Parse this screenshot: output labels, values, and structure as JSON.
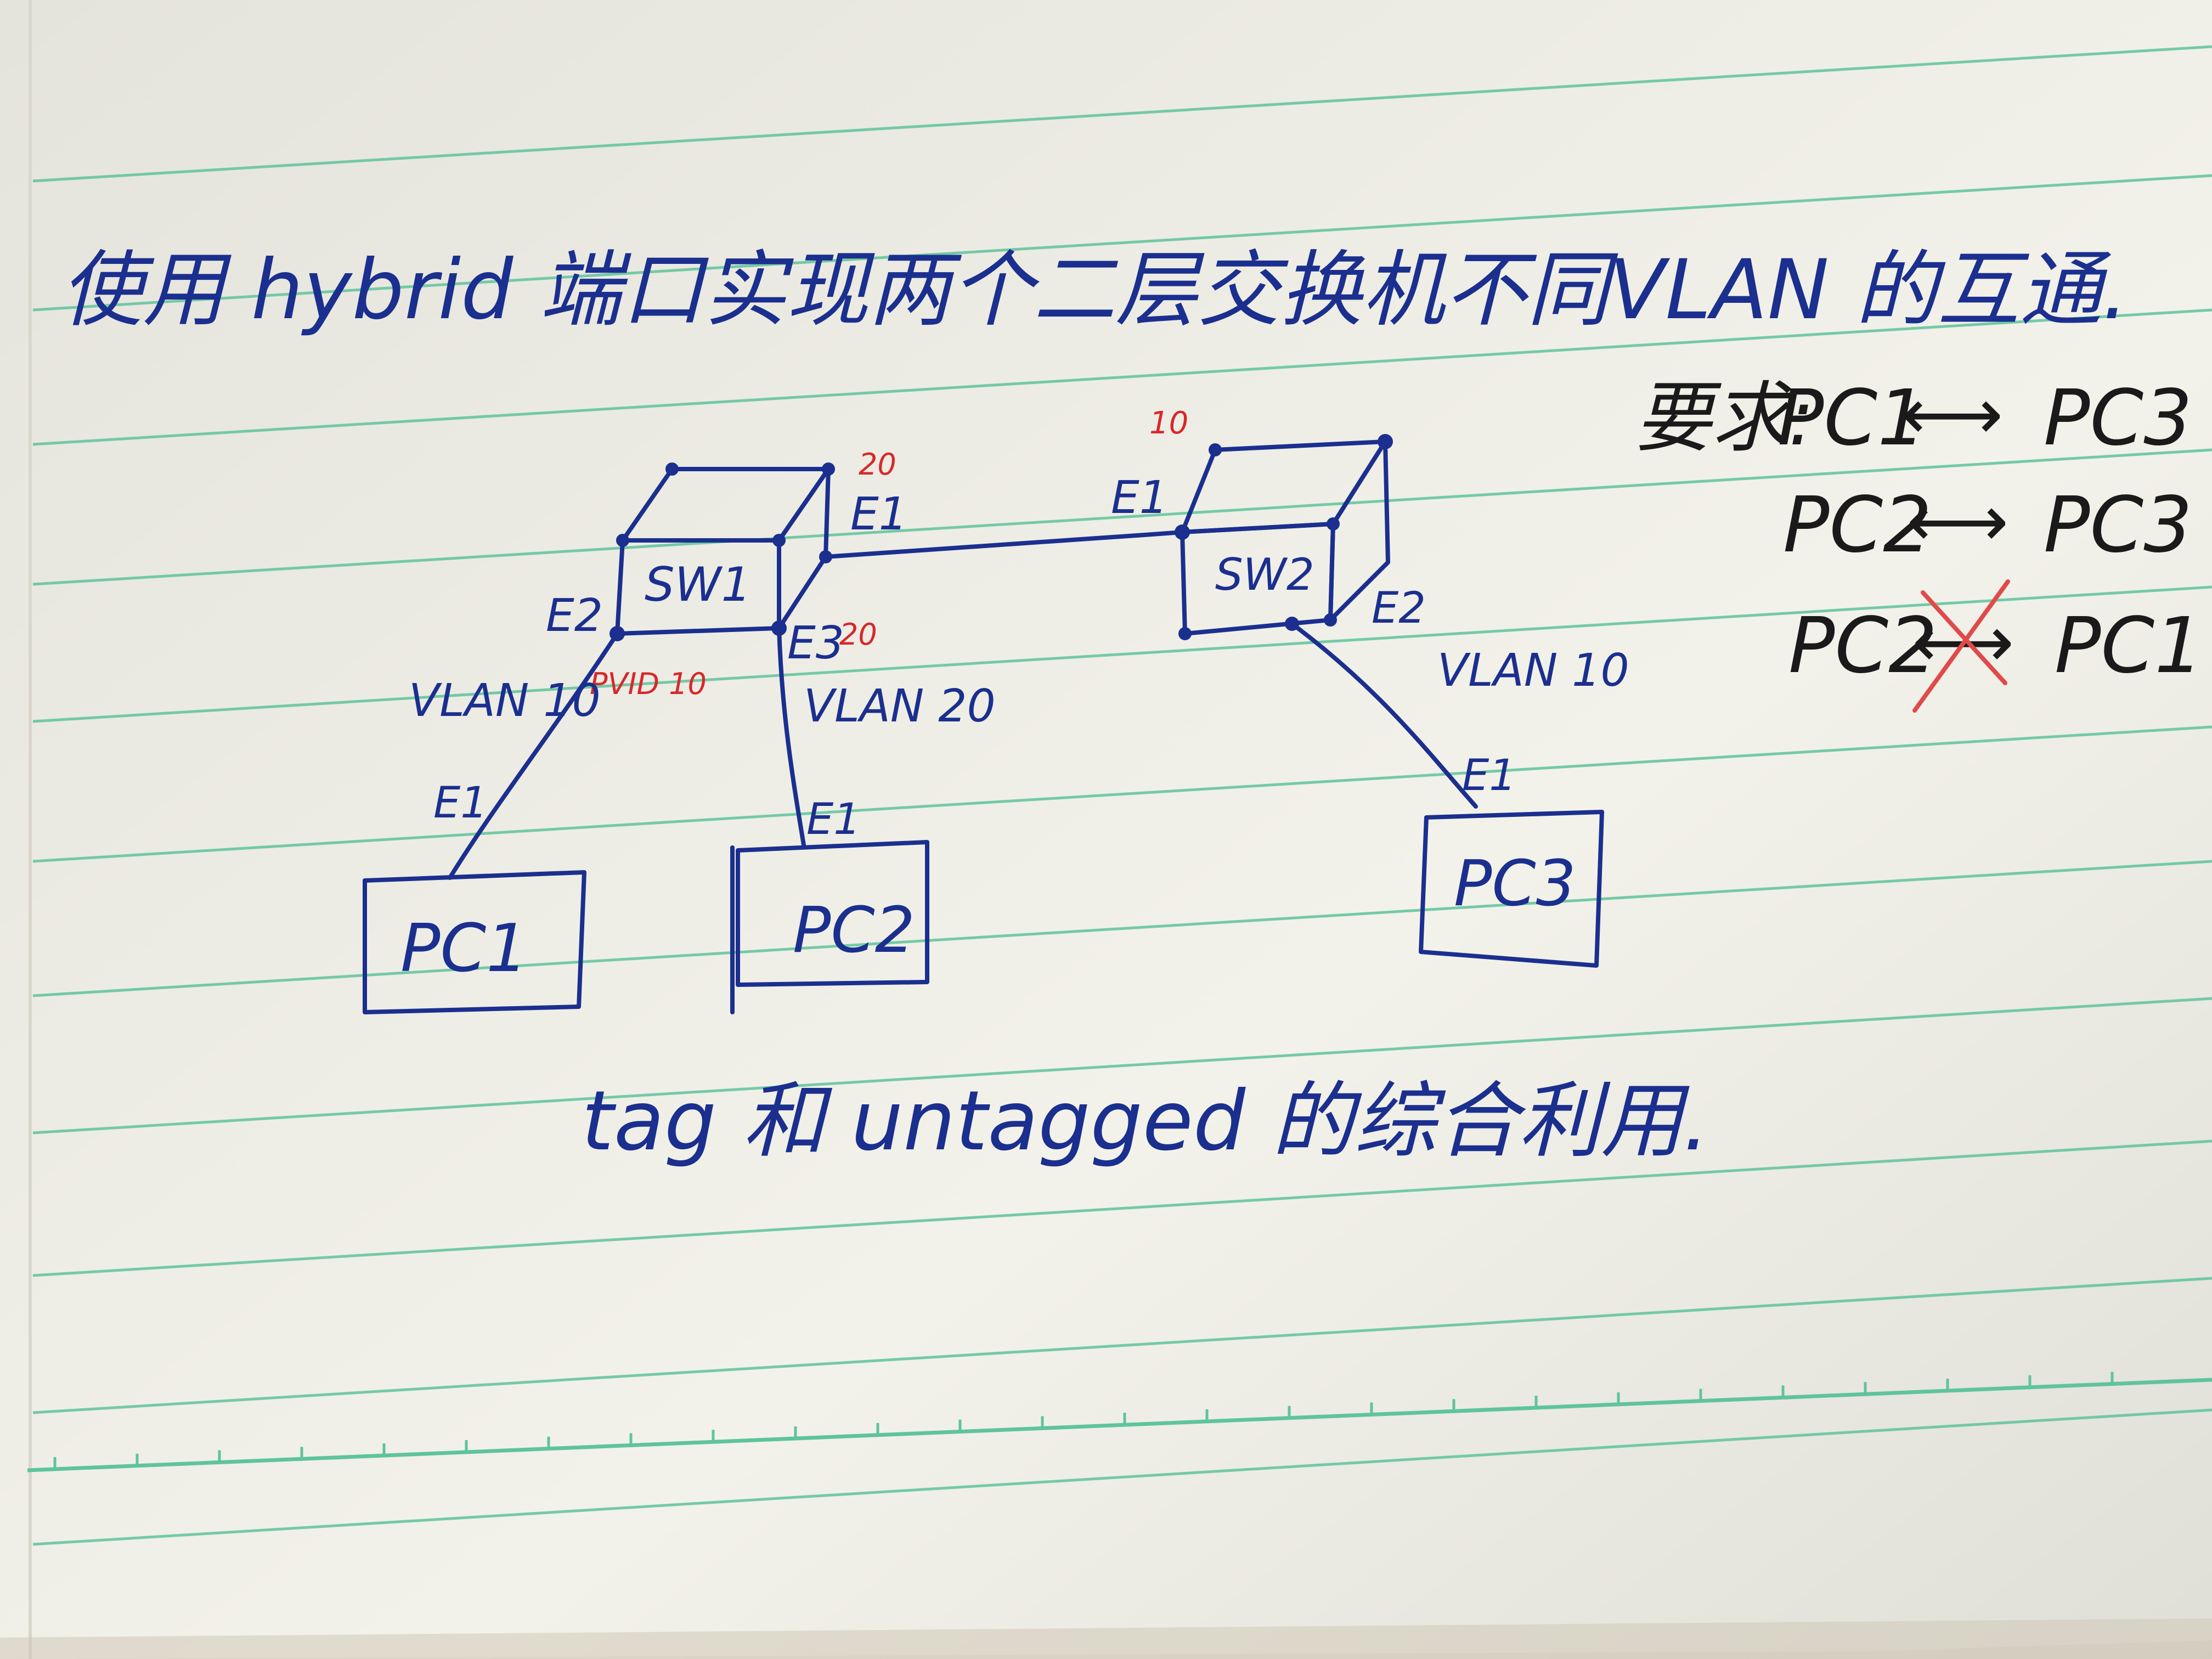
{
  "title": "使用 hybrid 端口实现两个二层交换机不同VLAN 的互通.",
  "subtitle": "tag 和 untagged 的综合利用.",
  "switches": {
    "sw1": {
      "label": "SW1",
      "ports": {
        "e1": "E1",
        "e2": "E2",
        "e3": "E3"
      },
      "marks": {
        "e1": "20",
        "e2_pvid": "PVID 10",
        "e3": "20"
      }
    },
    "sw2": {
      "label": "SW2",
      "ports": {
        "e1": "E1",
        "e2": "E2"
      },
      "marks": {
        "e1": "10"
      }
    }
  },
  "pcs": {
    "pc1": {
      "label": "PC1",
      "port": "E1"
    },
    "pc2": {
      "label": "PC2",
      "port": "E1"
    },
    "pc3": {
      "label": "PC3",
      "port": "E1"
    }
  },
  "links": {
    "sw1_pc1": "VLAN 10",
    "sw1_pc2": "VLAN 20",
    "sw2_pc3": "VLAN 10"
  },
  "requirements": {
    "heading": "要求:",
    "rows": [
      {
        "from": "PC1",
        "arrow": "⟷",
        "to": "PC3",
        "crossed": false
      },
      {
        "from": "PC2",
        "arrow": "⟷",
        "to": "PC3",
        "crossed": false
      },
      {
        "from": "PC2",
        "arrow": "⟷",
        "to": "PC1",
        "crossed": true
      }
    ]
  },
  "colors": {
    "paper": "#f3f2ea",
    "rule_line": "#5fc49b",
    "blue_ink": "#1b2f8f",
    "red_ink": "#d8282a",
    "black_ink": "#1a1a1a"
  }
}
